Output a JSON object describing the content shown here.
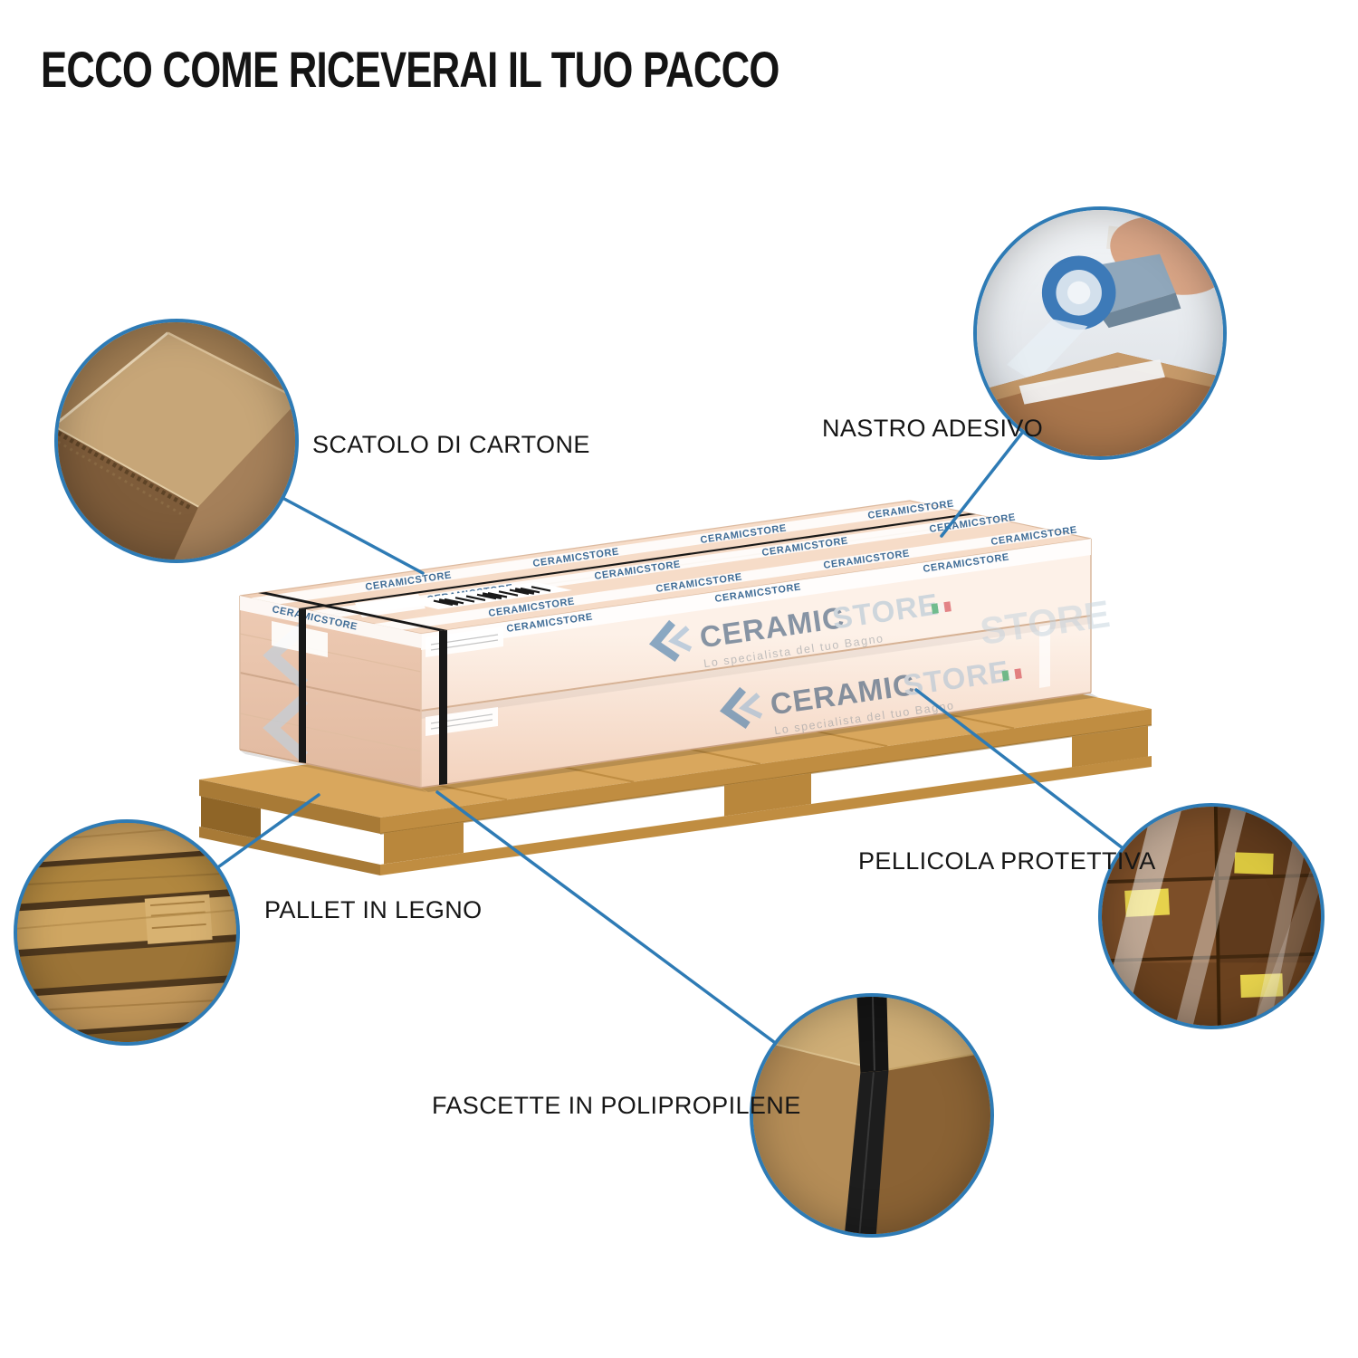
{
  "page": {
    "title": "ECCO COME RICEVERAI IL TUO PACCO"
  },
  "callouts": [
    {
      "id": "scatolo",
      "label": "SCATOLO DI CARTONE"
    },
    {
      "id": "nastro",
      "label": "NASTRO ADESIVO"
    },
    {
      "id": "pallet",
      "label": "PALLET IN LEGNO"
    },
    {
      "id": "pellicola",
      "label": "PELLICOLA PROTETTIVA"
    },
    {
      "id": "fascette",
      "label": "FASCETTE IN POLIPROPILENE"
    }
  ],
  "brand": {
    "name_primary": "CERAMIC",
    "name_secondary": "STORE",
    "tagline": "Lo specialista del tuo Bagno",
    "tape_text": "CERAMICSTORE"
  },
  "colors": {
    "accent_blue": "#2e7bb5",
    "logo_navy": "#27496d",
    "logo_light_blue": "#a9c0d4",
    "carton_cream": "#f2d4bd",
    "pallet_wood": "#d9a75d",
    "strap_black": "#1a1a1a"
  }
}
